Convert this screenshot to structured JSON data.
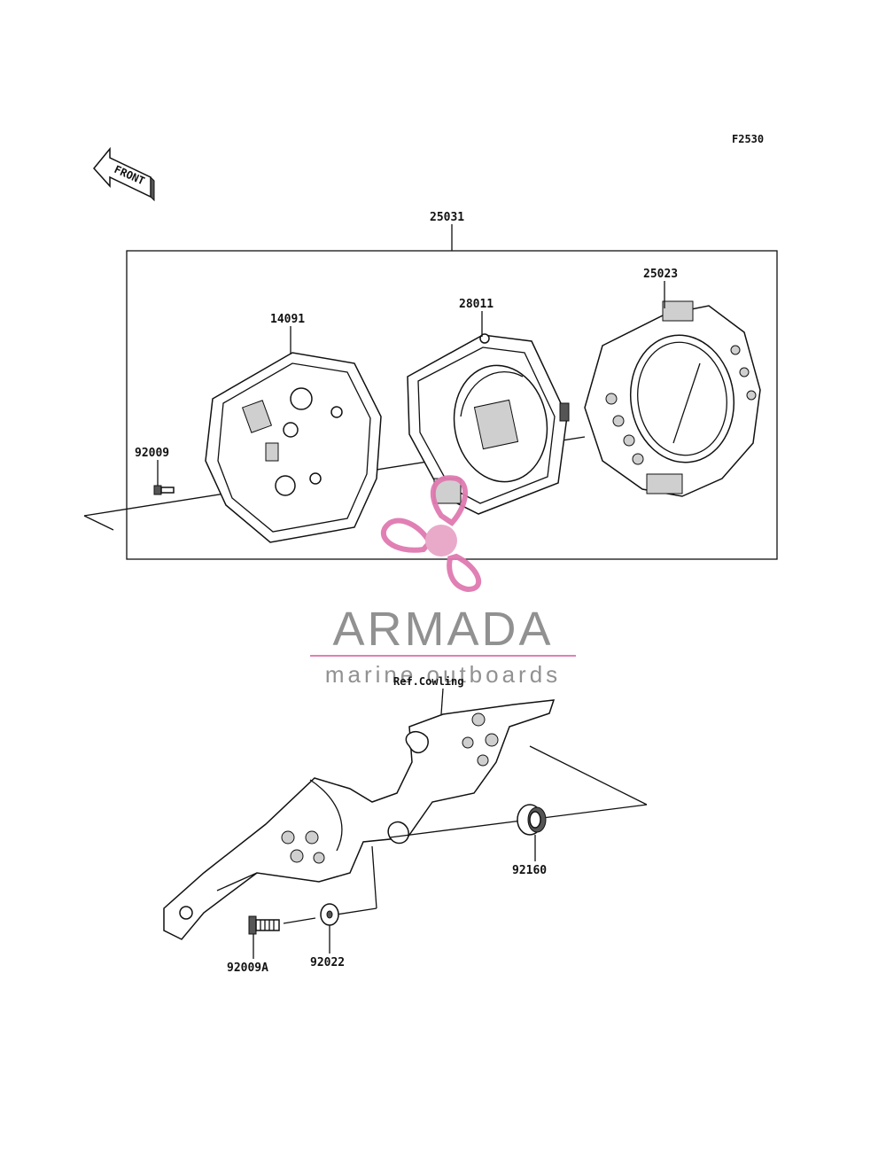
{
  "diagram": {
    "figure_code": "F2530",
    "front_arrow_label": "FRONT",
    "assembly_label": "25031",
    "reference_label": "Ref.Cowling",
    "parts": [
      {
        "id": "25031",
        "label": "25031"
      },
      {
        "id": "14091",
        "label": "14091"
      },
      {
        "id": "28011",
        "label": "28011"
      },
      {
        "id": "25023",
        "label": "25023"
      },
      {
        "id": "92009",
        "label": "92009"
      },
      {
        "id": "92160",
        "label": "92160"
      },
      {
        "id": "92009A",
        "label": "92009A"
      },
      {
        "id": "92022",
        "label": "92022"
      }
    ]
  },
  "watermark": {
    "brand": "ARMADA",
    "tagline": "marine outboards",
    "colors": {
      "accent": "#e07ab0",
      "text": "#8c8c8c"
    }
  }
}
